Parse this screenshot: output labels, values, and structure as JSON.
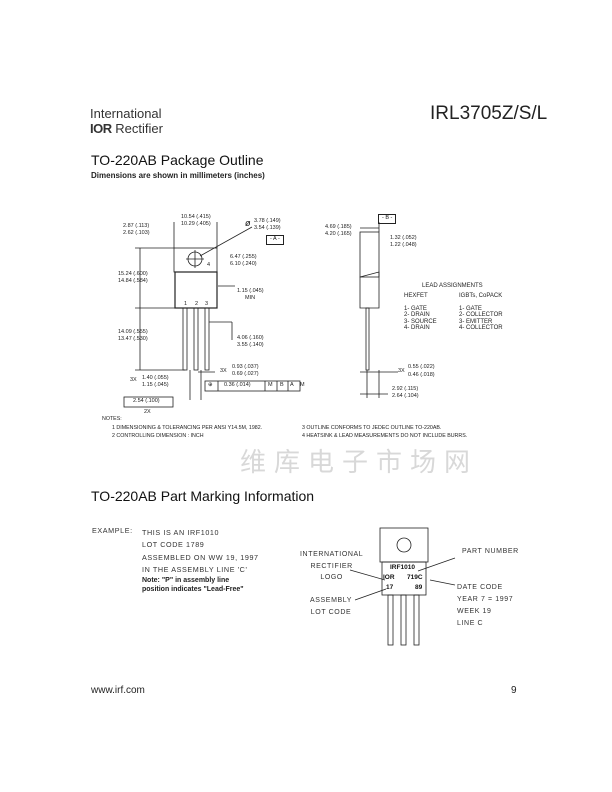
{
  "header": {
    "logo_line1": "International",
    "logo_ior": "IOR",
    "logo_line2": "Rectifier",
    "part_title": "IRL3705Z/S/L"
  },
  "outline": {
    "title": "TO-220AB Package Outline",
    "subtitle": "Dimensions are shown in millimeters (inches)",
    "dims": {
      "w_max": "10.54 (.415)",
      "w_min": "10.29 (.405)",
      "t_max": "2.87 (.113)",
      "t_min": "2.62 (.103)",
      "hole_max": "3.78 (.149)",
      "hole_min": "3.54 (.139)",
      "hole_sym": "ø",
      "datum_a": "- A -",
      "tab_max": "6.47 (.255)",
      "tab_min": "6.10 (.240)",
      "h_max": "15.24 (.600)",
      "h_min": "14.84 (.584)",
      "lead_gap": "1.15 (.045)",
      "lead_gap_note": "MIN",
      "lead_max": "14.09 (.555)",
      "lead_min": "13.47 (.530)",
      "lw_max": "4.06 (.160)",
      "lw_min": "3.55 (.140)",
      "pw_qty": "3X",
      "pw_max": "0.93 (.037)",
      "pw_min": "0.69 (.027)",
      "pb_qty": "3X",
      "pb_max": "1.40 (.055)",
      "pb_min": "1.15 (.045)",
      "tol": "0.36 (.014)",
      "tol_m1": "M",
      "tol_b": "B",
      "tol_a": "A",
      "tol_m2": "M",
      "pitch": "2.54 (.100)",
      "pitch_qty": "2X",
      "pin1": "1",
      "pin2": "2",
      "pin3": "3",
      "pin4": "4",
      "datum_b": "- B -",
      "d_max": "4.69 (.185)",
      "d_min": "4.20 (.165)",
      "tt_max": "1.32 (.052)",
      "tt_min": "1.22 (.048)",
      "lt_qty": "3X",
      "lt_max": "0.55 (.022)",
      "lt_min": "0.46 (.018)",
      "off_max": "2.92 (.115)",
      "off_min": "2.64 (.104)"
    },
    "lead_assignments": {
      "title": "LEAD ASSIGNMENTS",
      "hexfet_head": "HEXFET",
      "igbt_head": "IGBTs, CoPACK",
      "hexfet": [
        "1- GATE",
        "2- DRAIN",
        "3- SOURCE",
        "4- DRAIN"
      ],
      "igbt": [
        "1- GATE",
        "2- COLLECTOR",
        "3- EMITTER",
        "4- COLLECTOR"
      ]
    },
    "notes": {
      "title": "NOTES:",
      "items": [
        "1  DIMENSIONING & TOLERANCING PER ANSI Y14.5M, 1982.",
        "2  CONTROLLING DIMENSION : INCH",
        "3  OUTLINE CONFORMS TO JEDEC OUTLINE TO-220AB.",
        "4  HEATSINK & LEAD MEASUREMENTS DO NOT INCLUDE BURRS."
      ]
    }
  },
  "marking": {
    "title": "TO-220AB Part Marking Information",
    "example_label": "EXAMPLE:",
    "example_lines": [
      "THIS IS AN IRF1010",
      "LOT CODE 1789",
      "ASSEMBLED ON WW 19, 1997",
      "IN THE ASSEMBLY LINE 'C'"
    ],
    "note_lines": [
      "Note:  \"P\" in assembly line",
      "position indicates \"Lead-Free\""
    ],
    "chip": {
      "part": "IRF1010",
      "logo": "IOR",
      "date": "719C",
      "lot1": "17",
      "lot2": "89"
    },
    "callouts": {
      "logo": [
        "INTERNATIONAL",
        "RECTIFIER",
        "LOGO"
      ],
      "part": "PART NUMBER",
      "date": [
        "DATE CODE",
        "YEAR 7  =  1997",
        "WEEK 19",
        "LINE C"
      ],
      "lot": [
        "ASSEMBLY",
        "LOT CODE"
      ]
    }
  },
  "watermark": "维库电子市场网",
  "footer": {
    "url": "www.irf.com",
    "page": "9"
  }
}
